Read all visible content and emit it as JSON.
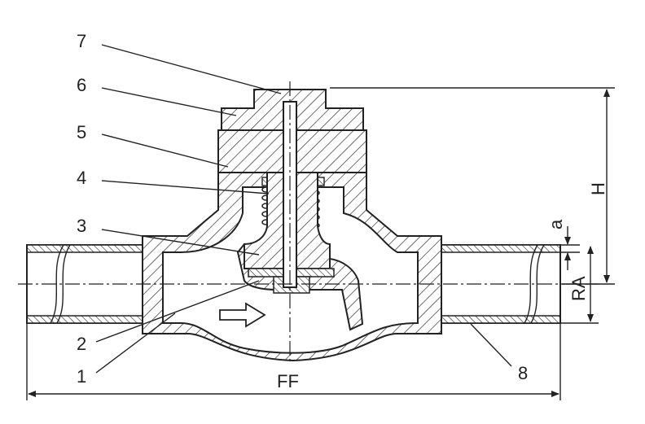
{
  "callouts": [
    {
      "id": "1",
      "label": "1"
    },
    {
      "id": "2",
      "label": "2"
    },
    {
      "id": "3",
      "label": "3"
    },
    {
      "id": "4",
      "label": "4"
    },
    {
      "id": "5",
      "label": "5"
    },
    {
      "id": "6",
      "label": "6"
    },
    {
      "id": "7",
      "label": "7"
    },
    {
      "id": "8",
      "label": "8"
    }
  ],
  "dimensions": {
    "height": "H",
    "seat_offset": "a",
    "pipe_diameter": "RA",
    "face_to_face": "FF"
  },
  "colors": {
    "line": "#222222",
    "background": "#ffffff"
  },
  "icons": {
    "flow_direction": "flow-arrow-icon"
  }
}
